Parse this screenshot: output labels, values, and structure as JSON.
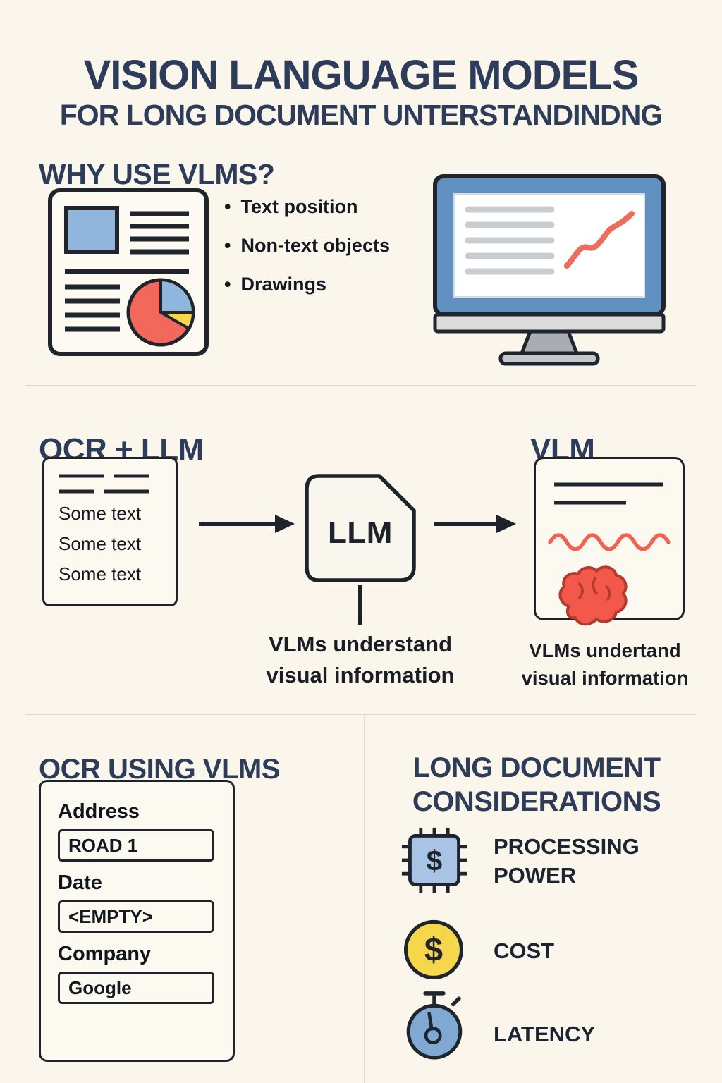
{
  "colors": {
    "background": "#faf6ec",
    "heading_navy": "#2d3d59",
    "text_dark": "#14181f",
    "accent_red": "#ef6a5a",
    "accent_blue": "#6f9dcb",
    "accent_yellow": "#f6d74b"
  },
  "header": {
    "title": "VISION LANGUAGE MODELS",
    "subtitle": "FOR LONG DOCUMENT UNTERSTANDINDNG"
  },
  "why_vlms": {
    "heading": "WHY USE VLMS?",
    "bullets": [
      "Text position",
      "Non-text objects",
      "Drawings"
    ],
    "icons": [
      "document-with-pie-chart-icon",
      "monitor-with-line-chart-icon"
    ]
  },
  "pipeline": {
    "left_heading": "OCR + LLM",
    "right_heading": "VLM",
    "source_doc_lines": [
      "Some text",
      "Some text",
      "Some text"
    ],
    "llm_label": "LLM",
    "llm_caption": "VLMs understand\nvisual information",
    "vlm_caption": "VLMs undertand\nvisual information"
  },
  "ocr_using_vlms": {
    "heading": "OCR USING VLMS",
    "fields": [
      {
        "label": "Address",
        "value": "ROAD 1"
      },
      {
        "label": "Date",
        "value": "<EMPTY>"
      },
      {
        "label": "Company",
        "value": "Google"
      }
    ]
  },
  "considerations": {
    "heading": "LONG DOCUMENT CONSIDERATIONS",
    "items": [
      {
        "icon": "processor-chip-dollar-icon",
        "glyph": "$",
        "label": "PROCESSING POWER"
      },
      {
        "icon": "coin-dollar-icon",
        "glyph": "$",
        "label": "COST"
      },
      {
        "icon": "stopwatch-icon",
        "label": "LATENCY"
      }
    ]
  }
}
